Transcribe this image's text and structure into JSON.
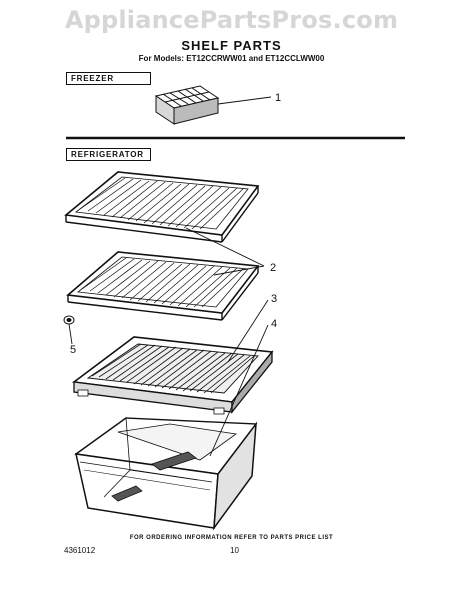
{
  "watermark": "AppliancePartsPros.com",
  "title": "SHELF PARTS",
  "models": "For Models: ET12CCRWW01 and ET12CCLWW00",
  "sections": {
    "freezer": "FREEZER",
    "refrigerator": "REFRIGERATOR"
  },
  "callouts": [
    "1",
    "2",
    "3",
    "4",
    "5"
  ],
  "footer": {
    "note": "FOR ORDERING INFORMATION REFER TO PARTS PRICE LIST",
    "doc_number": "4361012",
    "page_number": "10"
  }
}
